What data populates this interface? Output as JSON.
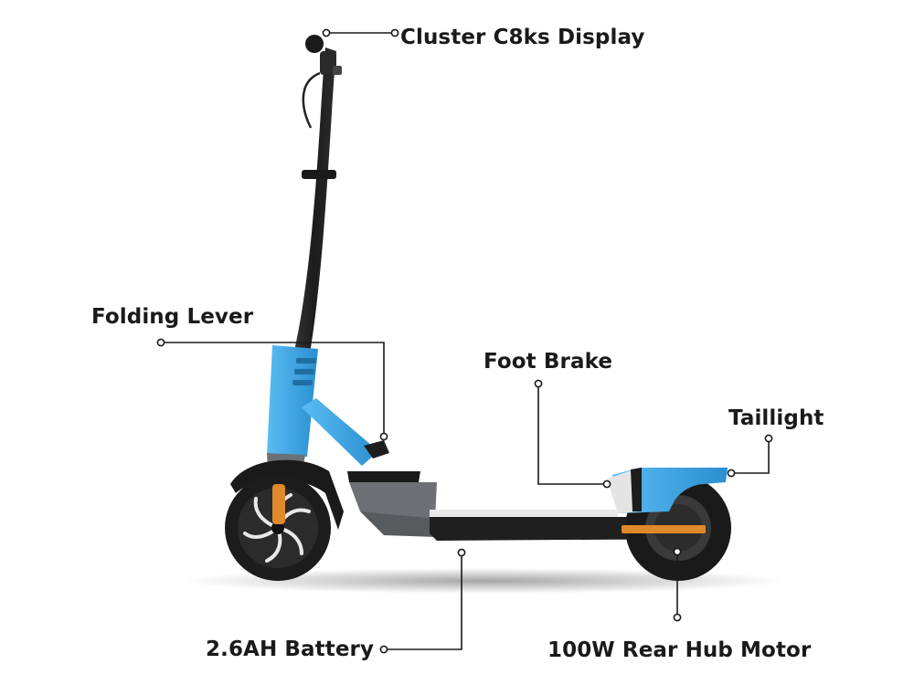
{
  "labels": {
    "display": "Cluster C8ks Display",
    "folding_lever": "Folding Lever",
    "foot_brake": "Foot Brake",
    "taillight": "Taillight",
    "battery": "2.6AH Battery",
    "motor": "100W Rear Hub Motor"
  },
  "colors": {
    "frame_blue": "#3aa6e6",
    "deck_black": "#1f1f1f",
    "grey": "#7a7e82",
    "reflector_orange": "#e0892a",
    "text": "#1a1a1a"
  }
}
